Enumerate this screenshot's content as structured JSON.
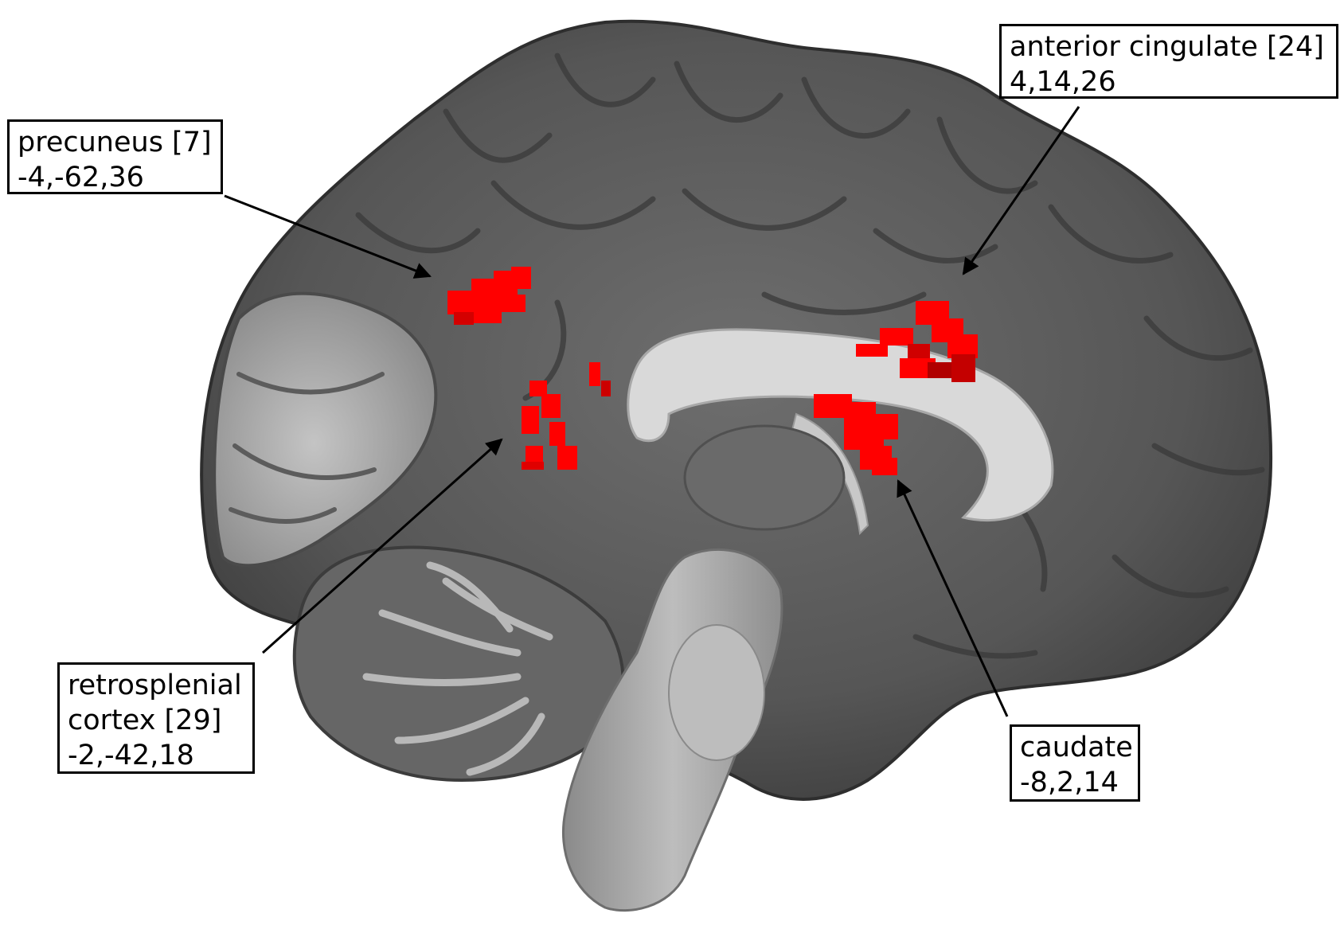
{
  "figure": {
    "colors": {
      "background": "#ffffff",
      "cortex": "#5a5a5a",
      "white_matter": "#d6d6d6",
      "activation": "#ff0000",
      "outline": "#000000"
    },
    "regions": [
      {
        "id": "precuneus",
        "label": "precuneus [7]",
        "coords": "-4,-62,36"
      },
      {
        "id": "anterior-cingulate",
        "label": "anterior cingulate [24]",
        "coords": "4,14,26"
      },
      {
        "id": "retrosplenial-cortex",
        "label_line1": "retrosplenial",
        "label_line2": "cortex [29]",
        "coords": "-2,-42,18"
      },
      {
        "id": "caudate",
        "label": "caudate",
        "coords": "-8,2,14"
      }
    ]
  }
}
